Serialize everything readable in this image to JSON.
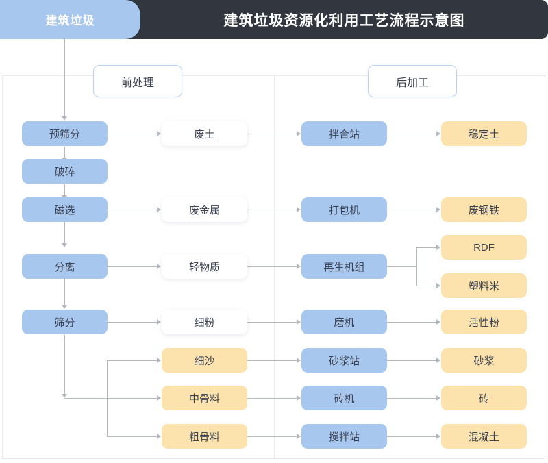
{
  "header": {
    "tab_label": "建筑垃圾",
    "title": "建筑垃圾资源化利用工艺流程示意图",
    "bar_color": "#31363f",
    "tab_color": "#a7c7ef"
  },
  "sections": [
    {
      "label": "前处理"
    },
    {
      "label": "后加工"
    }
  ],
  "palette": {
    "blue": "#a7c7ef",
    "orange": "#fce3ae",
    "white": "#ffffff",
    "line": "#b4b8bf",
    "frame": "#e6e8ec",
    "text": "#3b4252"
  },
  "nodes": {
    "process": [
      {
        "label": "预筛分"
      },
      {
        "label": "破碎"
      },
      {
        "label": "磁选"
      },
      {
        "label": "分离"
      },
      {
        "label": "筛分"
      }
    ],
    "materials_white": [
      {
        "label": "废土"
      },
      {
        "label": "废金属"
      },
      {
        "label": "轻物质"
      },
      {
        "label": "细粉"
      }
    ],
    "materials_orange": [
      {
        "label": "细沙"
      },
      {
        "label": "中骨料"
      },
      {
        "label": "粗骨料"
      }
    ],
    "machines": [
      {
        "label": "拌合站"
      },
      {
        "label": "打包机"
      },
      {
        "label": "再生机组"
      },
      {
        "label": "磨机"
      },
      {
        "label": "砂浆站"
      },
      {
        "label": "砖机"
      },
      {
        "label": "搅拌站"
      }
    ],
    "products": [
      {
        "label": "稳定土"
      },
      {
        "label": "废钢铁"
      },
      {
        "label": "RDF"
      },
      {
        "label": "塑料米"
      },
      {
        "label": "活性粉"
      },
      {
        "label": "砂浆"
      },
      {
        "label": "砖"
      },
      {
        "label": "混凝土"
      }
    ]
  }
}
